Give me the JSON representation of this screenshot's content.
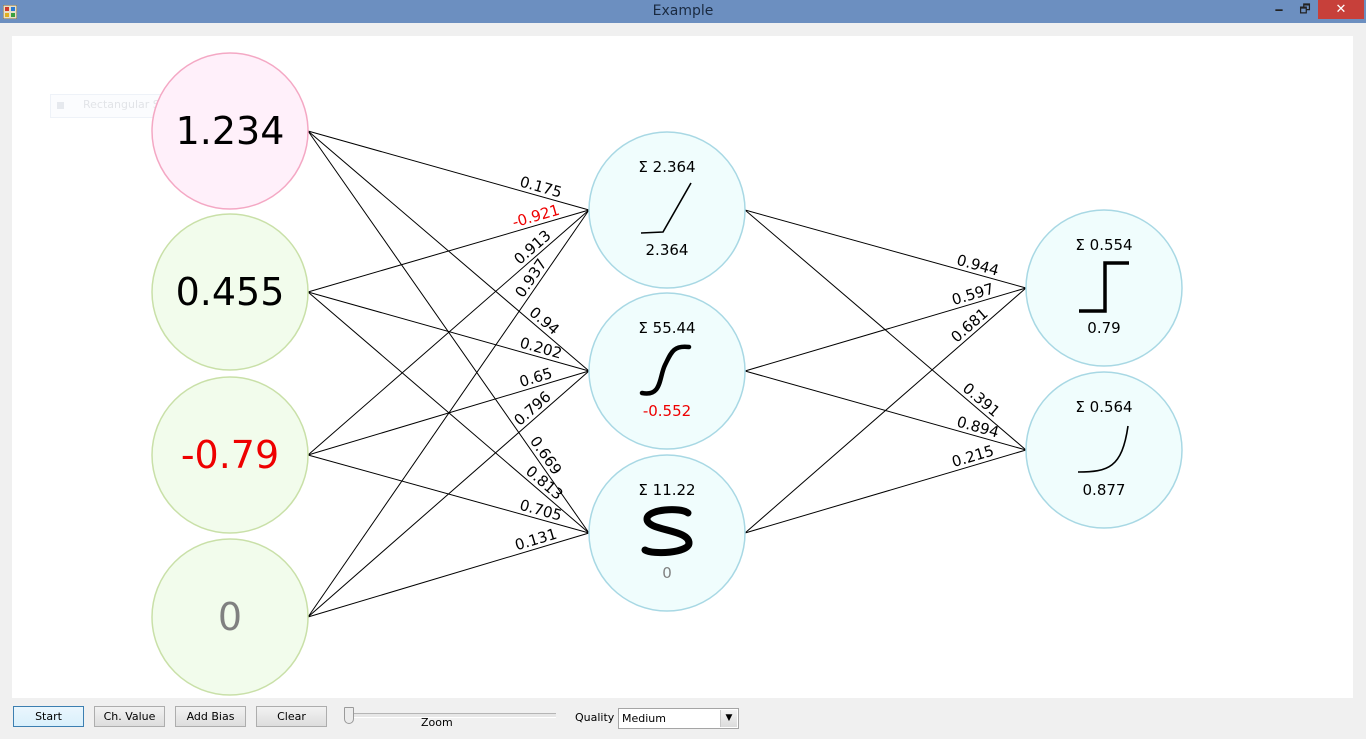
{
  "window": {
    "title": "Example",
    "min": "🗕",
    "max": "🗗",
    "close": "✕"
  },
  "ghost_overlay": {
    "label": "Rectangular Snip"
  },
  "colors": {
    "negative": "#ee0000",
    "zero": "#808080",
    "normal": "#000000"
  },
  "network": {
    "inputs": [
      {
        "value": "1.234",
        "tone": "normal",
        "fill": "#fff0fa",
        "stroke": "#f4a8c4"
      },
      {
        "value": "0.455",
        "tone": "normal",
        "fill": "#f2fcec",
        "stroke": "#c9e0a8"
      },
      {
        "value": "-0.79",
        "tone": "negative",
        "fill": "#f2fcec",
        "stroke": "#c9e0a8"
      },
      {
        "value": "0",
        "tone": "zero",
        "fill": "#f2fcec",
        "stroke": "#c9e0a8"
      }
    ],
    "hidden": [
      {
        "sum": "Σ 2.364",
        "activation": "relu",
        "output": "2.364",
        "tone": "normal"
      },
      {
        "sum": "Σ 55.44",
        "activation": "tanh",
        "output": "-0.552",
        "tone": "negative"
      },
      {
        "sum": "Σ 11.22",
        "activation": "sigmoid",
        "output": "0",
        "tone": "zero"
      }
    ],
    "outputs": [
      {
        "sum": "Σ 0.554",
        "activation": "step",
        "output": "0.79",
        "tone": "normal"
      },
      {
        "sum": "Σ 0.564",
        "activation": "exponential",
        "output": "0.877",
        "tone": "normal"
      }
    ],
    "weights_input_hidden": [
      [
        "0.175",
        "0.94",
        "0.669"
      ],
      [
        "-0.921",
        "0.202",
        "0.813"
      ],
      [
        "0.913",
        "0.65",
        "0.705"
      ],
      [
        "0.937",
        "0.796",
        "0.131"
      ]
    ],
    "weights_hidden_output": [
      [
        "0.944",
        "0.391"
      ],
      [
        "0.597",
        "0.894"
      ],
      [
        "0.681",
        "0.215"
      ]
    ]
  },
  "toolbar": {
    "start": "Start",
    "change_value": "Ch. Value",
    "add_bias": "Add Bias",
    "clear": "Clear",
    "zoom_label": "Zoom",
    "zoom_value": 0,
    "quality_label": "Quality",
    "quality_value": "Medium"
  }
}
